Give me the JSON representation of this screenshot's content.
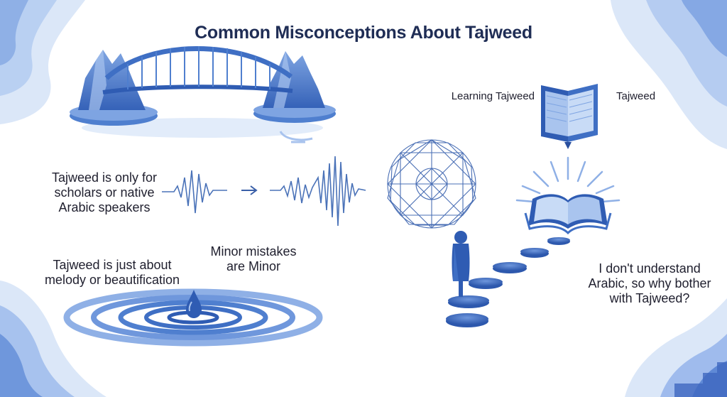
{
  "title": "Common Misconceptions About Tajweed",
  "labels": {
    "learning": "Learning Tajweed",
    "tajweed": "Tajweed",
    "scholars": [
      "Tajweed is only for",
      "scholars or native",
      "Arabic speakers"
    ],
    "minor": [
      "Minor mistakes",
      "are Minor"
    ],
    "melody": [
      "Tajweed is just about",
      "melody or beautification"
    ],
    "arabic": [
      "I don't understand",
      "Arabic, so why bother",
      "with Tajweed?"
    ]
  },
  "colors": {
    "primary": "#3f6fc4",
    "dark": "#2a4f9e",
    "light": "#a9c4ee",
    "pale": "#dfeafb",
    "title": "#1f2d55"
  },
  "icons": [
    "bridge-icon",
    "sound-wave-icon",
    "arrow-icon",
    "geometric-star-icon",
    "closed-book-icon",
    "open-book-icon",
    "person-icon",
    "stepping-stones-icon",
    "water-drop-icon",
    "ripples-icon"
  ]
}
